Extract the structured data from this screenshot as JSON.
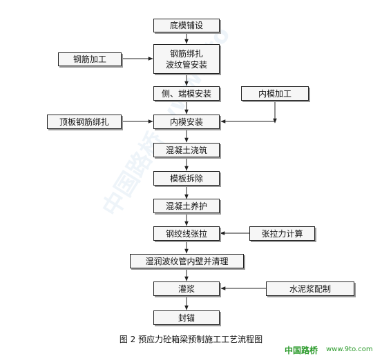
{
  "flowchart": {
    "steps": [
      {
        "id": "s1",
        "lines": [
          "底模铺设"
        ]
      },
      {
        "id": "s2",
        "lines": [
          "钢筋绑扎",
          "波纹管安装"
        ]
      },
      {
        "id": "s3",
        "lines": [
          "侧、端模安装"
        ]
      },
      {
        "id": "s4",
        "lines": [
          "内模安装"
        ]
      },
      {
        "id": "s5",
        "lines": [
          "混凝土浇筑"
        ]
      },
      {
        "id": "s6",
        "lines": [
          "模板拆除"
        ]
      },
      {
        "id": "s7",
        "lines": [
          "混凝土养护"
        ]
      },
      {
        "id": "s8",
        "lines": [
          "钢绞线张拉"
        ]
      },
      {
        "id": "s9",
        "lines": [
          "湿润波纹管内壁并清理"
        ]
      },
      {
        "id": "s10",
        "lines": [
          "灌浆"
        ]
      },
      {
        "id": "s11",
        "lines": [
          "封锚"
        ]
      }
    ],
    "inputs": [
      {
        "id": "i1",
        "label": "钢筋加工",
        "target": "s2"
      },
      {
        "id": "i2",
        "label": "内模加工",
        "target": "s4"
      },
      {
        "id": "i3",
        "label": "顶板钢筋绑扎",
        "target": "s4"
      },
      {
        "id": "i4",
        "label": "张拉力计算",
        "target": "s8"
      },
      {
        "id": "i5",
        "label": "水泥浆配制",
        "target": "s10"
      }
    ]
  },
  "caption": "图 2  预应力砼箱梁预制施工工艺流程图",
  "watermark": {
    "logo": "中国路桥",
    "url": "www.9to.com"
  }
}
